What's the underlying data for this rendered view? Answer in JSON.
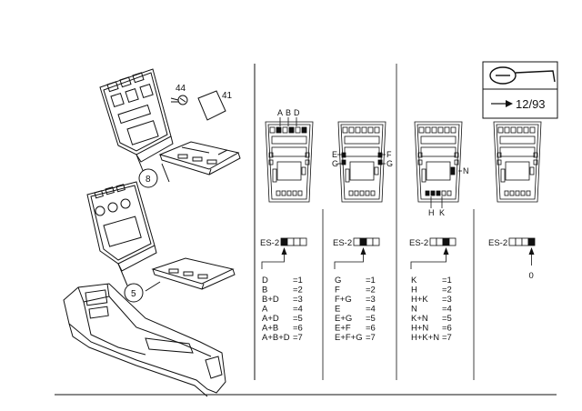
{
  "callouts": {
    "screw": "44",
    "pad": "41",
    "circle_top": "8",
    "circle_bottom": "5"
  },
  "reference": {
    "page": "12/93"
  },
  "variants": [
    {
      "labels_top": [
        "A",
        "B",
        "D"
      ],
      "labels_side_left": [],
      "labels_side_right": [],
      "labels_bottom": [],
      "es_label": "ES-2",
      "es_boxes": [
        1,
        0,
        0,
        0
      ],
      "es_result": "",
      "codes": [
        {
          "combo": "D",
          "value": "=1"
        },
        {
          "combo": "B",
          "value": "=2"
        },
        {
          "combo": "B+D",
          "value": "=3"
        },
        {
          "combo": "A",
          "value": "=4"
        },
        {
          "combo": "A+D",
          "value": "=5"
        },
        {
          "combo": "A+B",
          "value": "=6"
        },
        {
          "combo": "A+B+D",
          "value": "=7"
        }
      ]
    },
    {
      "labels_top": [],
      "labels_side_left": [
        "E",
        "G"
      ],
      "labels_side_right": [
        "F",
        "G"
      ],
      "labels_bottom": [],
      "es_label": "ES-2",
      "es_boxes": [
        0,
        1,
        0,
        0
      ],
      "es_result": "",
      "codes": [
        {
          "combo": "G",
          "value": "=1"
        },
        {
          "combo": "F",
          "value": "=2"
        },
        {
          "combo": "F+G",
          "value": "=3"
        },
        {
          "combo": "E",
          "value": "=4"
        },
        {
          "combo": "E+G",
          "value": "=5"
        },
        {
          "combo": "E+F",
          "value": "=6"
        },
        {
          "combo": "E+F+G",
          "value": "=7"
        }
      ]
    },
    {
      "labels_top": [],
      "labels_side_left": [],
      "labels_side_right": [
        "N"
      ],
      "labels_bottom": [
        "H",
        "K"
      ],
      "es_label": "ES-2",
      "es_boxes": [
        0,
        0,
        1,
        0
      ],
      "es_result": "",
      "codes": [
        {
          "combo": "K",
          "value": "=1"
        },
        {
          "combo": "H",
          "value": "=2"
        },
        {
          "combo": "H+K",
          "value": "=3"
        },
        {
          "combo": "N",
          "value": "=4"
        },
        {
          "combo": "K+N",
          "value": "=5"
        },
        {
          "combo": "H+N",
          "value": "=6"
        },
        {
          "combo": "H+K+N",
          "value": "=7"
        }
      ]
    },
    {
      "labels_top": [],
      "labels_side_left": [],
      "labels_side_right": [],
      "labels_bottom": [],
      "es_label": "ES-2",
      "es_boxes": [
        0,
        0,
        0,
        1
      ],
      "es_result": "0",
      "codes": []
    }
  ]
}
